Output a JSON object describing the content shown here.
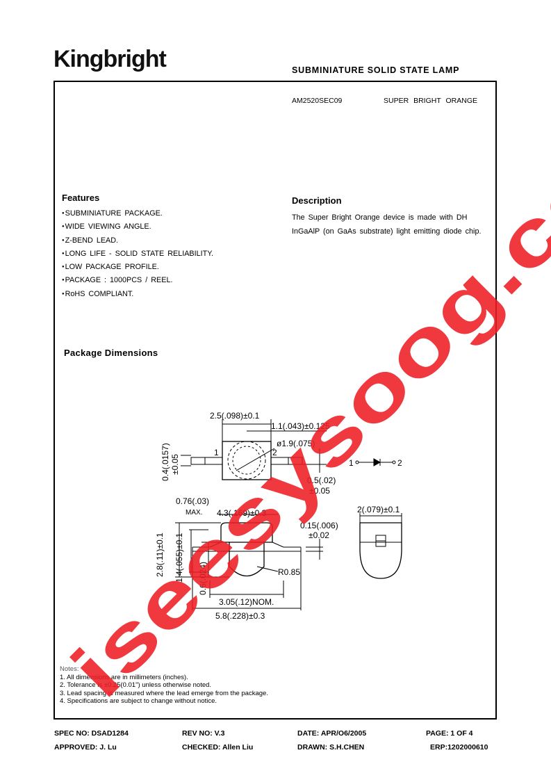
{
  "header": {
    "logo": "Kingbright",
    "doc_title": "SUBMINIATURE SOLID STATE  LAMP"
  },
  "part": {
    "number": "AM2520SEC09",
    "description": "SUPER BRIGHT ORANGE"
  },
  "features": {
    "title": "Features",
    "items": [
      "SUBMINIATURE  PACKAGE.",
      "WIDE  VIEWING  ANGLE.",
      "Z-BEND  LEAD.",
      "LONG  LIFE - SOLID STATE  RELIABILITY.",
      "LOW  PACKAGE  PROFILE.",
      "PACKAGE : 1000PCS / REEL.",
      "RoHS COMPLIANT."
    ]
  },
  "description": {
    "title": "Description",
    "text": "The  Super  Bright  Orange  device is made with DH InGaAlP (on GaAs substrate) light emitting diode chip."
  },
  "package": {
    "title": "Package Dimensions",
    "dims": {
      "top_width": "2.5(.098)±0.1",
      "top_offset": "1.1(.043)±0.125",
      "lens_dia": "ø1.9(.075)",
      "lead_thick": "0.4(.0157)",
      "lead_thick_tol": "±0.05",
      "pin1": "1",
      "pin2": "2",
      "lead_width": "0.5(.02)",
      "lead_width_tol": "±0.05",
      "max_lead": "0.76(.03)",
      "max_label": "MAX.",
      "body_len": "4.3(.169)±0.3",
      "height": "2.8(.11)±0.1",
      "body_height": "1.4(.055)±0.1",
      "dome_height": "0.6(.024)",
      "radius": "R0.85",
      "spacing": "3.05(.12)NOM.",
      "overall": "5.8(.228)±0.3",
      "lead_gauge": "0.15(.006)",
      "lead_gauge_tol": "±0.02",
      "side_width": "2(.079)±0.1",
      "sym_1": "1",
      "sym_2": "2"
    }
  },
  "notes": {
    "title": "Notes:",
    "items": [
      "1. All dimensions are in millimeters (inches).",
      "2. Tolerance is ±0.25(0.01\") unless otherwise noted.",
      "3. Lead spacing is measured where the lead emerge from the package.",
      "4. Specifications are subject to change without notice."
    ]
  },
  "footer": {
    "spec_no": "SPEC NO: DSAD1284",
    "rev_no": "REV NO: V.3",
    "date": "DATE: APR/O6/2005",
    "page": "PAGE:  1 OF 4",
    "approved": "APPROVED: J. Lu",
    "checked": "CHECKED: Allen Liu",
    "drawn": "DRAWN: S.H.CHEN",
    "erp": "ERP:1202000610"
  },
  "watermark": "iseesysoog.com",
  "colors": {
    "watermark": "#ee1c24"
  }
}
